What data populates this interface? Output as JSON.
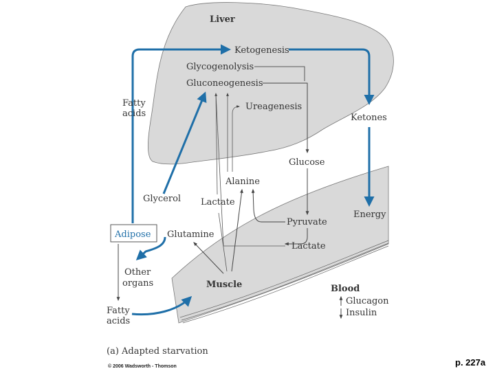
{
  "diagram": {
    "organs": {
      "liver": "Liver",
      "muscle": "Muscle",
      "blood": "Blood",
      "adipose": "Adipose",
      "other_organs_line1": "Other",
      "other_organs_line2": "organs"
    },
    "processes": {
      "ketogenesis": "Ketogenesis",
      "glycogenolysis": "Glycogenolysis",
      "gluconeogenesis": "Gluconeogenesis",
      "ureagenesis": "Ureagenesis"
    },
    "metabolites": {
      "fatty_acids_upper_line1": "Fatty",
      "fatty_acids_upper_line2": "acids",
      "ketones": "Ketones",
      "glucose": "Glucose",
      "alanine": "Alanine",
      "glycerol": "Glycerol",
      "lactate_left": "Lactate",
      "pyruvate": "Pyruvate",
      "energy": "Energy",
      "glutamine": "Glutamine",
      "lactate_lower": "Lactate",
      "fatty_acids_lower_line1": "Fatty",
      "fatty_acids_lower_line2": "acids"
    },
    "hormones": {
      "glucagon": "Glucagon",
      "insulin": "Insulin"
    },
    "caption": "(a) Adapted starvation",
    "copyright": "© 2006 Wadsworth - Thomson",
    "page_ref": "p. 227a",
    "colors": {
      "accent_blue": "#1f6fa8",
      "tissue_gray": "#d9d9d9",
      "line_gray": "#555555"
    }
  }
}
